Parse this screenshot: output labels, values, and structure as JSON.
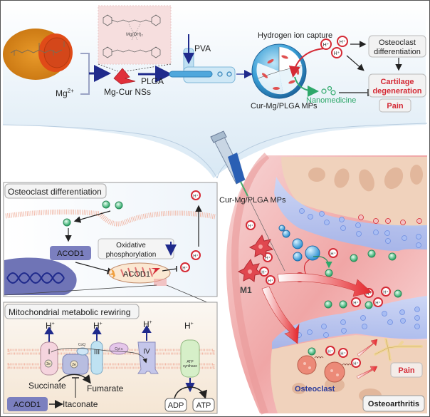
{
  "top_panel": {
    "mg_label": "Mg",
    "mg_sup": "2+",
    "structure_center": "Mg(OH)₂",
    "nanosheet_label": "Mg-Cur NSs",
    "plga_label": "PLGA",
    "pva_label": "PVA",
    "capture_label": "Hydrogen ion capture",
    "microparticle_label": "Cur-Mg/PLGA MPs",
    "nanomedicine_label": "Nanomedicine",
    "h_ion": "H",
    "h_sup": "+",
    "box_osteoclast_line1": "Osteoclast",
    "box_osteoclast_line2": "differentiation",
    "box_cartilage_line1": "Cartilage",
    "box_cartilage_line2": "degeneration",
    "box_pain": "Pain"
  },
  "osteoclast_panel": {
    "title": "Osteoclast differentiation",
    "acod1_box": "ACOD1",
    "acod1_mito": "ACOD1",
    "oxphos_line1": "Oxidative",
    "oxphos_line2": "phosphorylation"
  },
  "mito_panel": {
    "title": "Mitochondrial metabolic rewiring",
    "h_label": "H",
    "h_sup": "+",
    "complex_I": "I",
    "complex_III": "III",
    "complex_IV": "IV",
    "coq": "CoQ",
    "cytc": "Cyt c",
    "electron": "2e",
    "atp_synthase_line1": "ATP",
    "atp_synthase_line2": "synthase",
    "succinate": "Succinate",
    "fumarate": "Fumarate",
    "itaconate": "Itaconate",
    "acod1": "ACOD1",
    "adp": "ADP",
    "atp": "ATP"
  },
  "joint_panel": {
    "injection_label": "Cur-Mg/PLGA MPs",
    "m1_label": "M1",
    "osteoclast_label": "Osteoclast",
    "pain_label": "Pain",
    "disease_label": "Osteoarthritis"
  },
  "colors": {
    "proton_red": "#d42a35",
    "nano_green": "#2ea86a",
    "arrow_navy": "#1f2a8c",
    "acod1_box": "#7b7fbf",
    "cartilage_blue": "#aec3f0",
    "bone_tan": "#f0d2bc",
    "tissue_pink": "#f3b8b8"
  }
}
